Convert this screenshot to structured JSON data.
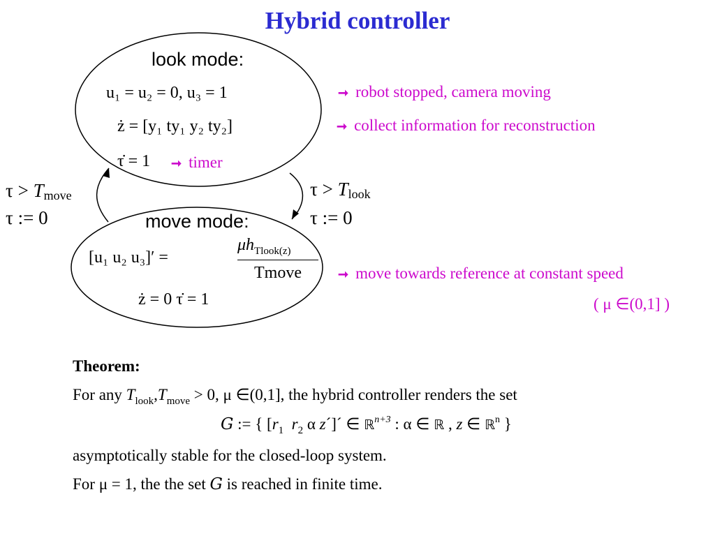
{
  "title": "Hybrid controller",
  "look_mode": {
    "label": "look mode:",
    "eq1": "u₁ = u₂ = 0,     u₃ = 1",
    "eq2": "ż = [y₁   ty₁   y₂   ty₂]",
    "eq3": "τ̇ = 1"
  },
  "move_mode": {
    "label": "move mode:",
    "eq_lhs": "[u₁   u₂   u₃]′ =",
    "eq_num": "μh",
    "eq_num_sub": "Tlook(z)",
    "eq_den": "Tmove",
    "eq2": "ż = 0        τ̇ = 1"
  },
  "transitions": {
    "to_look": {
      "guard_prefix": "τ > ",
      "guard_var": "T",
      "guard_sub": "move",
      "reset": "τ := 0"
    },
    "to_move": {
      "guard_prefix": "τ > ",
      "guard_var": "T",
      "guard_sub": "look",
      "reset": "τ := 0"
    }
  },
  "annotations": {
    "robot": "robot stopped, camera moving",
    "collect": "collect information for reconstruction",
    "timer": "timer",
    "move_towards": "move towards reference at constant speed",
    "mu_range": "( μ ∈(0,1] )"
  },
  "theorem": {
    "heading": "Theorem:",
    "line1_a": "For any ",
    "line1_T1": "T",
    "line1_T1_sub": "look",
    "line1_comma": ",",
    "line1_T2": "T",
    "line1_T2_sub": "move",
    "line1_b": " > 0, μ ∈(0,1], the hybrid controller renders the set",
    "set_G": "G",
    "set_a": " := { [",
    "set_r1": "r",
    "set_r1_sub": "1",
    "set_r2": "r",
    "set_r2_sub": "2",
    "set_b": "  α  ",
    "set_z": "z",
    "set_c": "´]´ ∈ ",
    "set_R1": "ℝ",
    "set_sup": "n+3",
    "set_d": " :  α ∈ ",
    "set_R2": "ℝ",
    "set_e": " , ",
    "set_z2": "z",
    "set_f": " ∈ ",
    "set_R3": "ℝ",
    "set_sup2": "n",
    "set_g": " }",
    "line3": "asymptotically stable for the closed-loop system.",
    "line4_a": "For μ = 1, the the set ",
    "line4_G": "G",
    "line4_b": " is reached in finite time."
  },
  "colors": {
    "title": "#2b2bd1",
    "annotation": "#cc0acc"
  },
  "icons": {
    "annotation_arrow": "right-arrow-icon"
  }
}
